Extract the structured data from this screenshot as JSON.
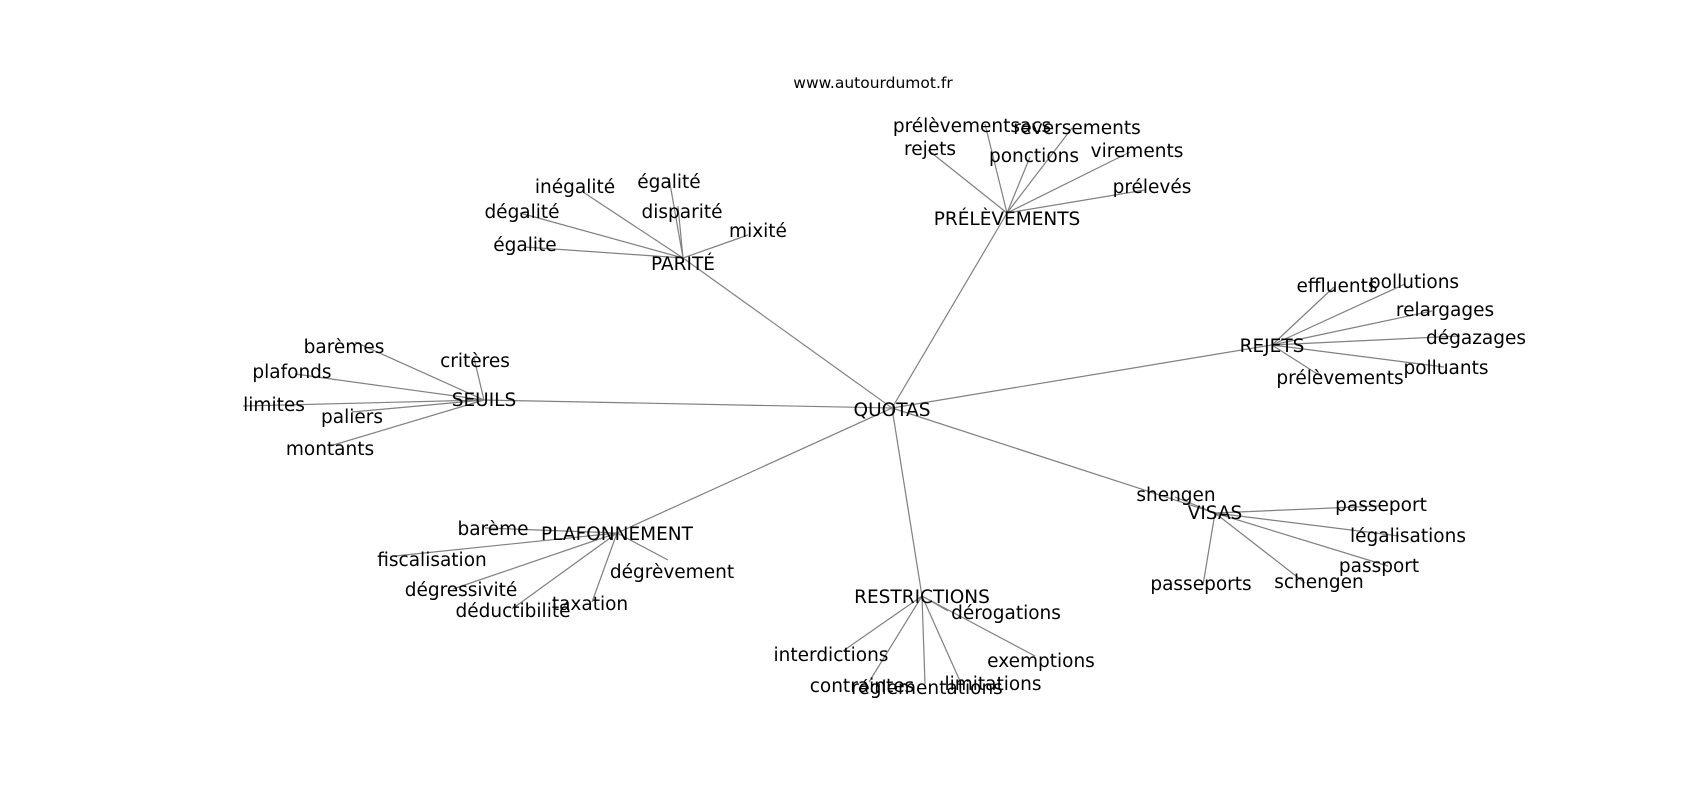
{
  "source": "www.autourdumot.fr",
  "colors": {
    "edge": "#808080",
    "text": "#000000",
    "background": "#ffffff"
  },
  "graph": {
    "center": "QUOTAS",
    "clusters": [
      {
        "hub": "PRÉLÈVEMENTS",
        "words": [
          "prélèvementsacs",
          "reversements",
          "rejets",
          "ponctions",
          "virements",
          "prélevés"
        ]
      },
      {
        "hub": "PARITÉ",
        "words": [
          "inégalité",
          "égalité",
          "dégalité",
          "disparité",
          "mixité",
          "égalite"
        ]
      },
      {
        "hub": "REJETS",
        "words": [
          "effluents",
          "pollutions",
          "relargages",
          "dégazages",
          "polluants",
          "prélèvements"
        ]
      },
      {
        "hub": "SEUILS",
        "words": [
          "barèmes",
          "critères",
          "plafonds",
          "limites",
          "paliers",
          "montants"
        ]
      },
      {
        "hub": "PLAFONNEMENT",
        "words": [
          "barème",
          "fiscalisation",
          "dégressivité",
          "déductibilité",
          "taxation",
          "dégrèvement"
        ]
      },
      {
        "hub": "RESTRICTIONS",
        "words": [
          "dérogations",
          "interdictions",
          "exemptions",
          "contraintes",
          "réglementations",
          "limitations"
        ]
      },
      {
        "hub": "VISAS",
        "words": [
          "shengen",
          "passeport",
          "légalisations",
          "passport",
          "schengen",
          "passeports"
        ]
      }
    ]
  }
}
